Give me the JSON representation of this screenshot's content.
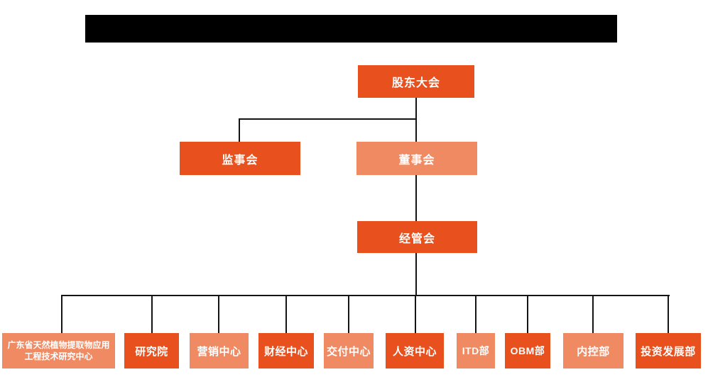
{
  "diagram": {
    "type": "org-chart",
    "title_redacted": true,
    "nodes": {
      "shareholders": {
        "label": "股东大会",
        "variant": "primary"
      },
      "supervisory": {
        "label": "监事会",
        "variant": "primary"
      },
      "board": {
        "label": "董事会",
        "variant": "secondary"
      },
      "management": {
        "label": "经管会",
        "variant": "primary"
      },
      "departments": [
        {
          "label": "广东省天然植物提取物应用工程技术研究中心",
          "variant": "secondary"
        },
        {
          "label": "研究院",
          "variant": "primary"
        },
        {
          "label": "营销中心",
          "variant": "secondary"
        },
        {
          "label": "财经中心",
          "variant": "primary"
        },
        {
          "label": "交付中心",
          "variant": "secondary"
        },
        {
          "label": "人资中心",
          "variant": "primary"
        },
        {
          "label": "ITD部",
          "variant": "secondary"
        },
        {
          "label": "OBM部",
          "variant": "primary"
        },
        {
          "label": "内控部",
          "variant": "secondary"
        },
        {
          "label": "投资发展部",
          "variant": "primary"
        }
      ]
    },
    "colors": {
      "primary": "#E8501E",
      "secondary": "#EF8A63",
      "line": "#141414",
      "text": "#FFFFFF",
      "redaction": "#000000"
    }
  }
}
